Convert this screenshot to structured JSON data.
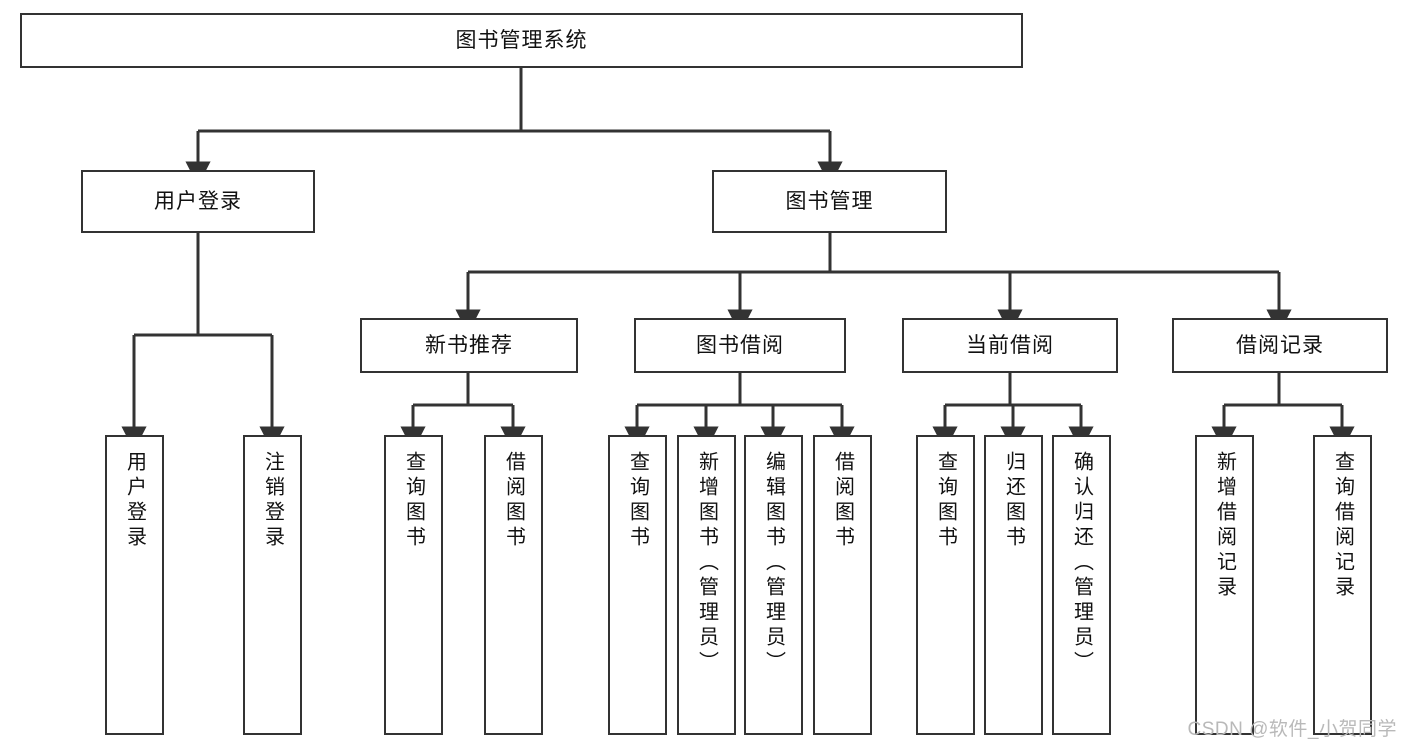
{
  "diagram": {
    "title_node": {
      "label": "图书管理系统"
    },
    "level1": [
      {
        "id": "user-login",
        "label": "用户登录"
      },
      {
        "id": "book-management",
        "label": "图书管理"
      }
    ],
    "level2": [
      {
        "id": "new-book-recommend",
        "label": "新书推荐"
      },
      {
        "id": "book-borrow",
        "label": "图书借阅"
      },
      {
        "id": "current-borrow",
        "label": "当前借阅"
      },
      {
        "id": "borrow-records",
        "label": "借阅记录"
      }
    ],
    "leaves": {
      "user_login": [
        {
          "id": "leaf-user-login",
          "label": "用户登录"
        },
        {
          "id": "leaf-logout",
          "label": "注销登录"
        }
      ],
      "new_book_recommend": [
        {
          "id": "leaf-query-book-1",
          "label": "查询图书"
        },
        {
          "id": "leaf-borrow-book-1",
          "label": "借阅图书"
        }
      ],
      "book_borrow": [
        {
          "id": "leaf-query-book-2",
          "label": "查询图书"
        },
        {
          "id": "leaf-add-book",
          "label": "新增图书（管理员）"
        },
        {
          "id": "leaf-edit-book",
          "label": "编辑图书（管理员）"
        },
        {
          "id": "leaf-borrow-book-2",
          "label": "借阅图书"
        }
      ],
      "current_borrow": [
        {
          "id": "leaf-query-book-3",
          "label": "查询图书"
        },
        {
          "id": "leaf-return-book",
          "label": "归还图书"
        },
        {
          "id": "leaf-confirm-return",
          "label": "确认归还（管理员）"
        }
      ],
      "borrow_records": [
        {
          "id": "leaf-add-record",
          "label": "新增借阅记录"
        },
        {
          "id": "leaf-query-record",
          "label": "查询借阅记录"
        }
      ]
    },
    "watermark": "CSDN @软件_小贺同学",
    "colors": {
      "border": "#333333",
      "background": "#ffffff",
      "text": "#111111",
      "edge": "#333333",
      "watermark": "#b9b9b9"
    }
  }
}
